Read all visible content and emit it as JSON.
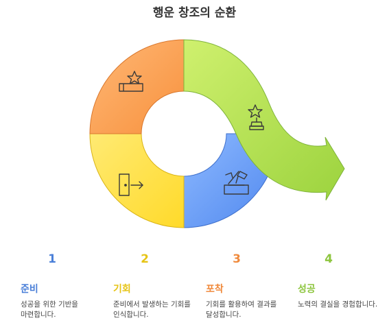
{
  "title": "행운 창조의 순환",
  "steps": [
    {
      "number": "1",
      "title": "준비",
      "desc": "성공을 위한 기반을 마련합니다.",
      "color": "#4A7FD8",
      "icon": "podium-star-icon"
    },
    {
      "number": "2",
      "title": "기회",
      "desc": "준비에서 발생하는 기회를 인식합니다.",
      "color": "#E6C416",
      "icon": "exit-door-icon"
    },
    {
      "number": "3",
      "title": "포착",
      "desc": "기회를 활용하여 결과를 달성합니다.",
      "color": "#F08A3C",
      "icon": "toolbox-icon"
    },
    {
      "number": "4",
      "title": "성공",
      "desc": "노력의 결실을 경험합니다.",
      "color": "#8DC53E",
      "icon": "trophy-icon"
    }
  ],
  "segment_colors": {
    "top_left": "#FFA45C",
    "bottom_left": "#FFE04A",
    "bottom_right": "#6BA2F7",
    "arrow": "#A8DB4E"
  }
}
